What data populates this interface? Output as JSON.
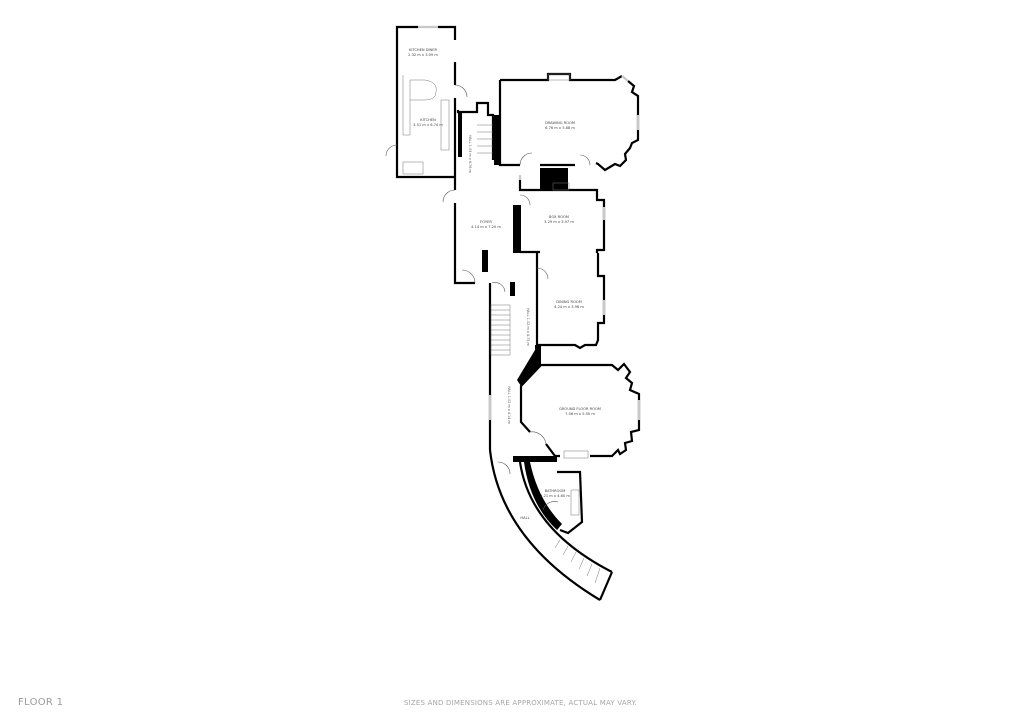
{
  "floor_label": "FLOOR 1",
  "disclaimer": "SIZES AND DIMENSIONS ARE APPROXIMATE, ACTUAL MAY VARY.",
  "rooms": [
    {
      "name": "KITCHEN DINER",
      "dims": "2.32 m x 3.09 m"
    },
    {
      "name": "KITCHEN",
      "dims": "3.51 m x 6.74 m"
    },
    {
      "name": "DRAWING ROOM",
      "dims": "6.76 m x 5.88 m"
    },
    {
      "name": "FOYER",
      "dims": "4.14 m x 7.20 m"
    },
    {
      "name": "BOX ROOM",
      "dims": "3.29 m x 3.97 m"
    },
    {
      "name": "DINING ROOM",
      "dims": "4.24 m x 3.96 m"
    },
    {
      "name": "GROUND FLOOR ROOM",
      "dims": "7.06 m x 5.50 m"
    },
    {
      "name": "BATHROOM",
      "dims": "2.21 m x 4.60 m"
    },
    {
      "name": "HALL",
      "dims": ""
    }
  ],
  "corridors": [
    {
      "name": "HALL",
      "dims": "1.03 m x 6.76 m"
    },
    {
      "name": "HALL",
      "dims": "1.02 m x 4.75 m"
    },
    {
      "name": "HALL",
      "dims": "1.02 m x 4.14 m"
    }
  ],
  "colors": {
    "wall": "#000000",
    "window": "#c8c8c8",
    "text": "#444444"
  }
}
